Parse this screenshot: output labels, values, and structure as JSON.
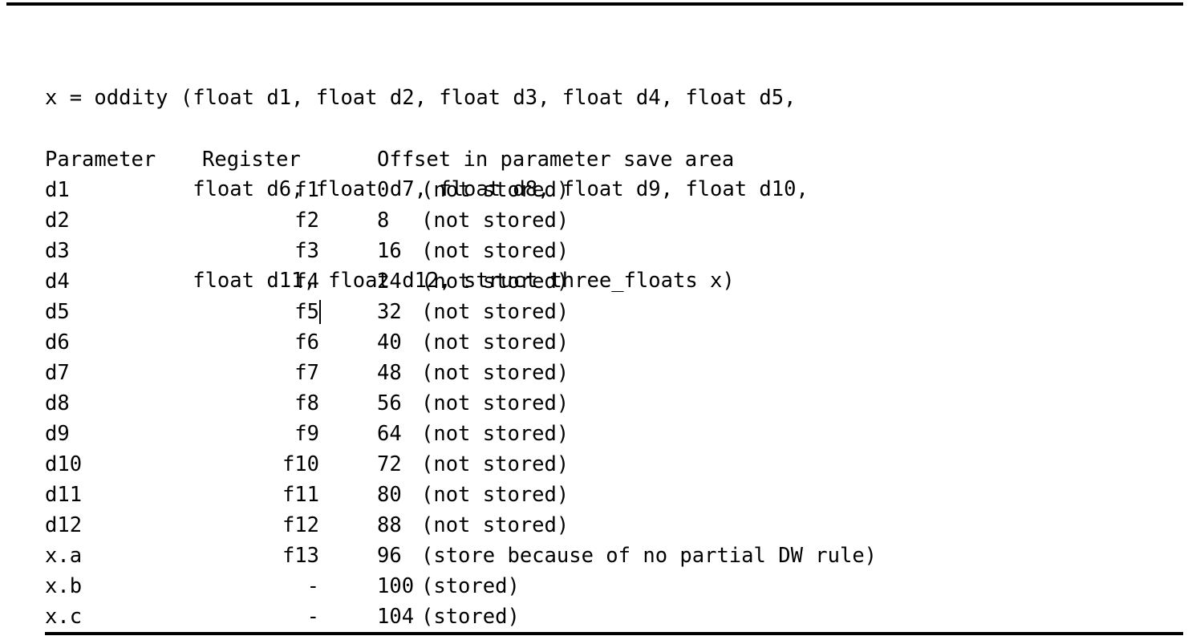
{
  "document": {
    "signature_lines": [
      "x = oddity (float d1, float d2, float d3, float d4, float d5,",
      "            float d6, float d7, float d8, float d9, float d10,",
      "            float d11, float d12, struct three_floats x)"
    ],
    "table": {
      "headers": {
        "parameter": "Parameter",
        "register": "Register",
        "offset": "Offset in parameter save area"
      },
      "rows": [
        {
          "parameter": "d1",
          "register": "f1",
          "offset": "0",
          "note": "(not stored)"
        },
        {
          "parameter": "d2",
          "register": "f2",
          "offset": "8",
          "note": "(not stored)"
        },
        {
          "parameter": "d3",
          "register": "f3",
          "offset": "16",
          "note": "(not stored)"
        },
        {
          "parameter": "d4",
          "register": "f4",
          "offset": "24",
          "note": "(not stored)"
        },
        {
          "parameter": "d5",
          "register": "f5",
          "offset": "32",
          "note": "(not stored)"
        },
        {
          "parameter": "d6",
          "register": "f6",
          "offset": "40",
          "note": "(not stored)"
        },
        {
          "parameter": "d7",
          "register": "f7",
          "offset": "48",
          "note": "(not stored)"
        },
        {
          "parameter": "d8",
          "register": "f8",
          "offset": "56",
          "note": "(not stored)"
        },
        {
          "parameter": "d9",
          "register": "f9",
          "offset": "64",
          "note": "(not stored)"
        },
        {
          "parameter": "d10",
          "register": "f10",
          "offset": "72",
          "note": "(not stored)"
        },
        {
          "parameter": "d11",
          "register": "f11",
          "offset": "80",
          "note": "(not stored)"
        },
        {
          "parameter": "d12",
          "register": "f12",
          "offset": "88",
          "note": "(not stored)"
        },
        {
          "parameter": "x.a",
          "register": "f13",
          "offset": "96",
          "note": "(store because of no partial DW rule)"
        },
        {
          "parameter": "x.b",
          "register": "-",
          "offset": "100",
          "note": "(stored)"
        },
        {
          "parameter": "x.c",
          "register": "-",
          "offset": "104",
          "note": "(stored)"
        }
      ]
    },
    "caret": {
      "after_row_index": 4,
      "after_field": "register"
    },
    "colors": {
      "text": "#000000",
      "background": "#ffffff",
      "rule": "#000000",
      "caret": "#000000"
    }
  }
}
